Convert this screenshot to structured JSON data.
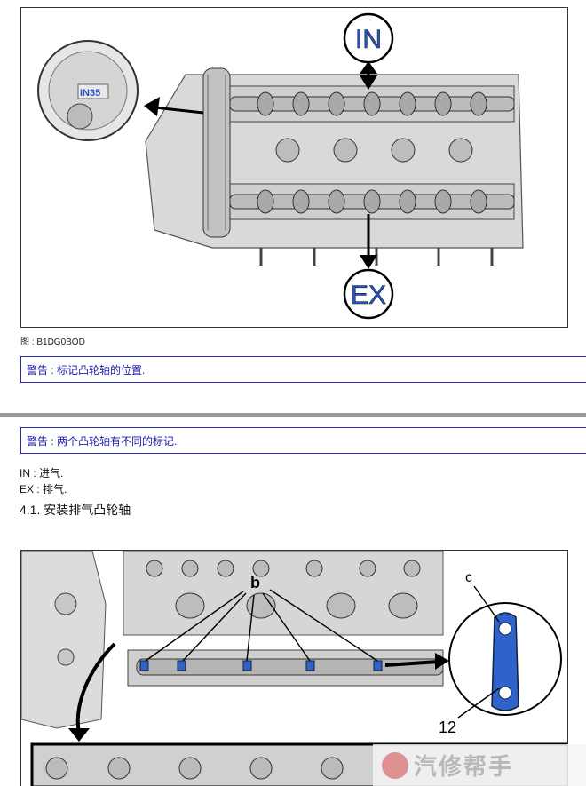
{
  "figure1": {
    "gear_mark": "IN35",
    "intake_badge": "IN",
    "exhaust_badge": "EX",
    "caption": "图 : B1DG0BOD"
  },
  "warning1": "警告 : 标记凸轮轴的位置.",
  "warning2": "警告 : 两个凸轮轴有不同的标记.",
  "definitions": {
    "in": "IN : 进气.",
    "ex": "EX : 排气."
  },
  "step": {
    "heading": "4.1. 安装排气凸轮轴"
  },
  "figure2": {
    "label_b": "b",
    "label_c": "c",
    "label_part": "12"
  },
  "watermark": "汽修帮手",
  "colors": {
    "warning_text": "#1a1aa8",
    "badge_text": "#2b4fc9",
    "part_blue": "#2f63c9"
  }
}
